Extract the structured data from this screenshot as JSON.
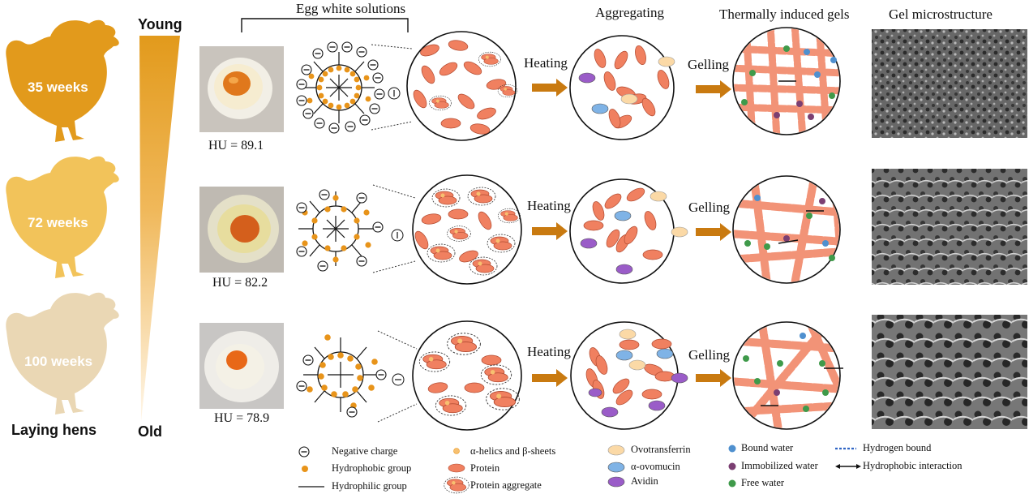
{
  "headers": {
    "egg_white_solutions": "Egg white solutions",
    "aggregating": "Aggregating",
    "thermal_gels": "Thermally induced gels",
    "gel_microstructure": "Gel microstructure"
  },
  "axis": {
    "young": "Young",
    "old": "Old",
    "laying_hens": "Laying hens"
  },
  "rows": [
    {
      "age": "35 weeks",
      "hu": "HU = 89.1",
      "heating": "Heating",
      "gelling": "Gelling"
    },
    {
      "age": "72 weeks",
      "hu": "HU = 82.2",
      "heating": "Heating",
      "gelling": "Gelling"
    },
    {
      "age": "100 weeks",
      "hu": "HU = 78.9",
      "heating": "Heating",
      "gelling": "Gelling"
    }
  ],
  "legend": {
    "negative_charge": "Negative charge",
    "hydrophobic_group": "Hydrophobic group",
    "hydrophilic_group": "Hydrophilic group",
    "helices_sheets": "α-helics and β-sheets",
    "protein": "Protein",
    "protein_aggregate": "Protein aggregate",
    "ovotransferrin": "Ovotransferrin",
    "ovomucin": "α-ovomucin",
    "avidin": "Avidin",
    "bound_water": "Bound water",
    "immobilized_water": "Immobilized water",
    "free_water": "Free water",
    "hydrogen_bound": "Hydrogen bound",
    "hydrophobic_interaction": "Hydrophobic interaction"
  },
  "colors": {
    "hen_35": "#e29a1c",
    "hen_72": "#f2c35a",
    "hen_100": "#ead7b4",
    "protein": "#f08060",
    "arrow": "#c97a10",
    "ovotransferrin": "#fbd9a6",
    "ovomucin": "#7fb3e6",
    "avidin": "#9a5cc8",
    "bound_water": "#4f90cf",
    "immobilized_water": "#7b3f72",
    "free_water": "#3f9a4a"
  }
}
